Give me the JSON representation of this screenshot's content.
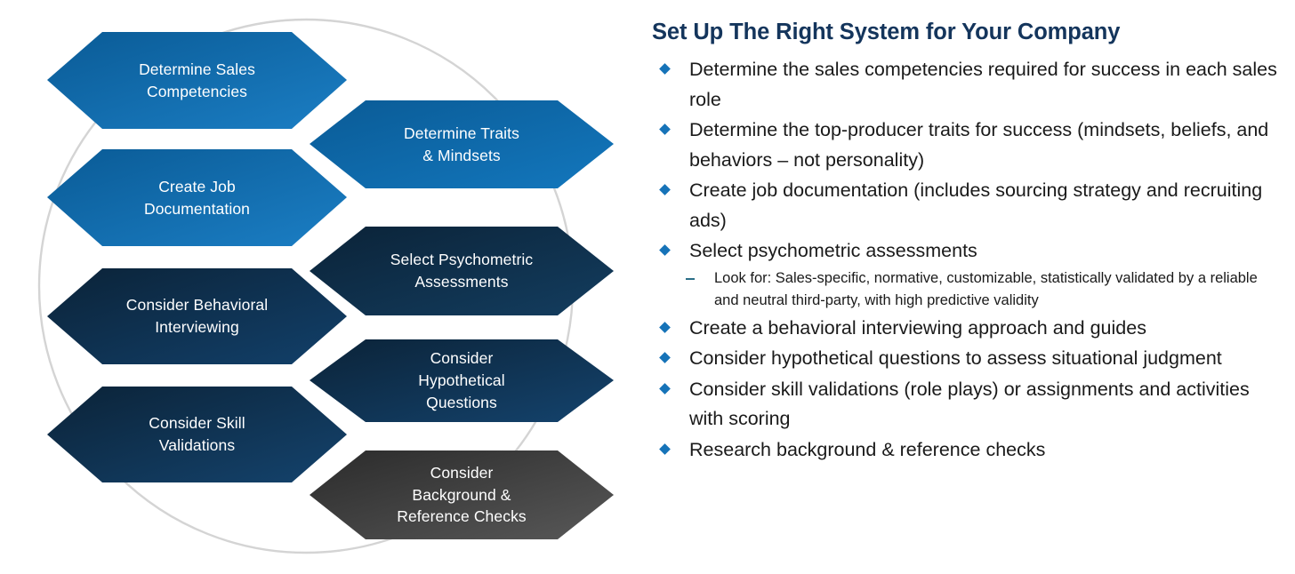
{
  "diagram": {
    "name": "hiring-system-hexagon-flow",
    "background_circle_color": "#d4d4d4",
    "steps": [
      {
        "id": "determine-sales-competencies",
        "label": "Determine Sales\nCompetencies",
        "column": 1,
        "color_start": "#0a5b96",
        "color_end": "#1b7ec4",
        "tone": "medium-blue"
      },
      {
        "id": "determine-traits-mindsets",
        "label": "Determine Traits\n& Mindsets",
        "column": 2,
        "color_start": "#0a5b96",
        "color_end": "#1377bd",
        "tone": "medium-blue"
      },
      {
        "id": "create-job-documentation",
        "label": "Create Job\nDocumentation",
        "column": 1,
        "color_start": "#0a5b96",
        "color_end": "#1b7ec4",
        "tone": "medium-blue"
      },
      {
        "id": "select-psychometric-assessments",
        "label": "Select Psychometric\nAssessments",
        "column": 2,
        "color_start": "#0b2338",
        "color_end": "#133d5f",
        "tone": "dark-navy"
      },
      {
        "id": "consider-behavioral-interviewing",
        "label": "Consider Behavioral\nInterviewing",
        "column": 1,
        "color_start": "#0b2338",
        "color_end": "#12406a",
        "tone": "dark-navy"
      },
      {
        "id": "consider-hypothetical-questions",
        "label": "Consider\nHypothetical\nQuestions",
        "column": 2,
        "color_start": "#0b2338",
        "color_end": "#14436d",
        "tone": "dark-navy"
      },
      {
        "id": "consider-skill-validations",
        "label": "Consider Skill\nValidations",
        "column": 1,
        "color_start": "#0b2338",
        "color_end": "#14436d",
        "tone": "dark-navy"
      },
      {
        "id": "consider-background-reference-checks",
        "label": "Consider\nBackground &\nReference Checks",
        "column": 2,
        "color_start": "#2b2b2b",
        "color_end": "#585858",
        "tone": "gray"
      }
    ]
  },
  "panel": {
    "title": "Set Up The Right System for Your Company",
    "title_color": "#14355c",
    "bullet_color": "#1673b8",
    "bullets": [
      {
        "level": 1,
        "text": "Determine the sales competencies required for success in each sales role"
      },
      {
        "level": 1,
        "text": "Determine the top-producer traits for success (mindsets, beliefs, and behaviors – not personality)"
      },
      {
        "level": 1,
        "text": "Create job documentation (includes sourcing strategy and recruiting ads)"
      },
      {
        "level": 1,
        "text": "Select psychometric assessments"
      },
      {
        "level": 2,
        "text": "Look for: Sales-specific, normative, customizable, statistically validated by a reliable and neutral third-party, with high predictive validity"
      },
      {
        "level": 1,
        "text": "Create a behavioral interviewing approach and guides"
      },
      {
        "level": 1,
        "text": "Consider hypothetical questions to assess situational judgment"
      },
      {
        "level": 1,
        "text": "Consider skill validations (role plays) or assignments and activities with scoring"
      },
      {
        "level": 1,
        "text": "Research background & reference checks"
      }
    ]
  }
}
